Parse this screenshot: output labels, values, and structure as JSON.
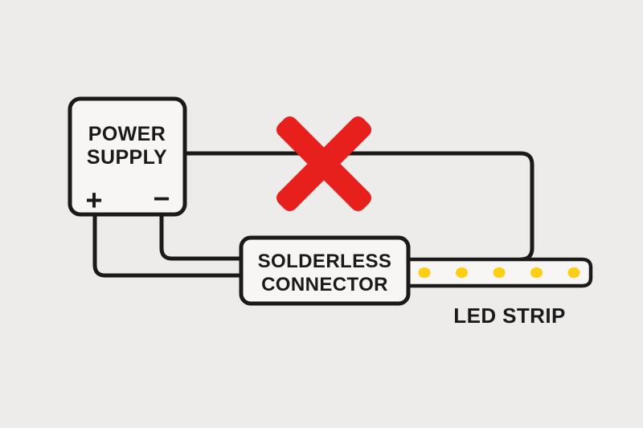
{
  "diagram": {
    "title_semantic": "incorrect-led-strip-wiring-diagram",
    "colors": {
      "background": "#edecea",
      "line": "#1a1a1a",
      "box_fill": "#f7f6f4",
      "prohibited_red": "#e8201d",
      "led_yellow": "#fcce14",
      "text": "#1a1a1a"
    },
    "power_supply": {
      "line1": "POWER",
      "line2": "SUPPLY",
      "plus_label": "+",
      "minus_label": "−"
    },
    "connector": {
      "line1": "SOLDERLESS",
      "line2": "CONNECTOR"
    },
    "led_strip": {
      "label": "LED STRIP",
      "led_count": 5
    }
  }
}
